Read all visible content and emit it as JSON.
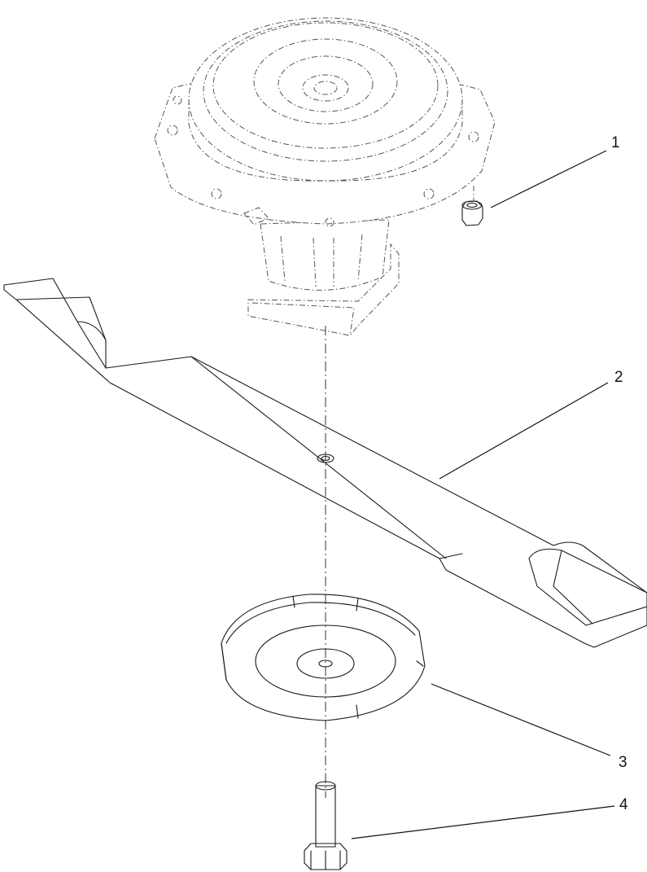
{
  "callouts": [
    {
      "number": "1",
      "part": "flange-nut"
    },
    {
      "number": "2",
      "part": "blade"
    },
    {
      "number": "3",
      "part": "anti-scalp-cup"
    },
    {
      "number": "4",
      "part": "blade-bolt"
    }
  ],
  "colors": {
    "line": "#1a1a1a",
    "phantom": "#555555",
    "background": "#ffffff"
  }
}
